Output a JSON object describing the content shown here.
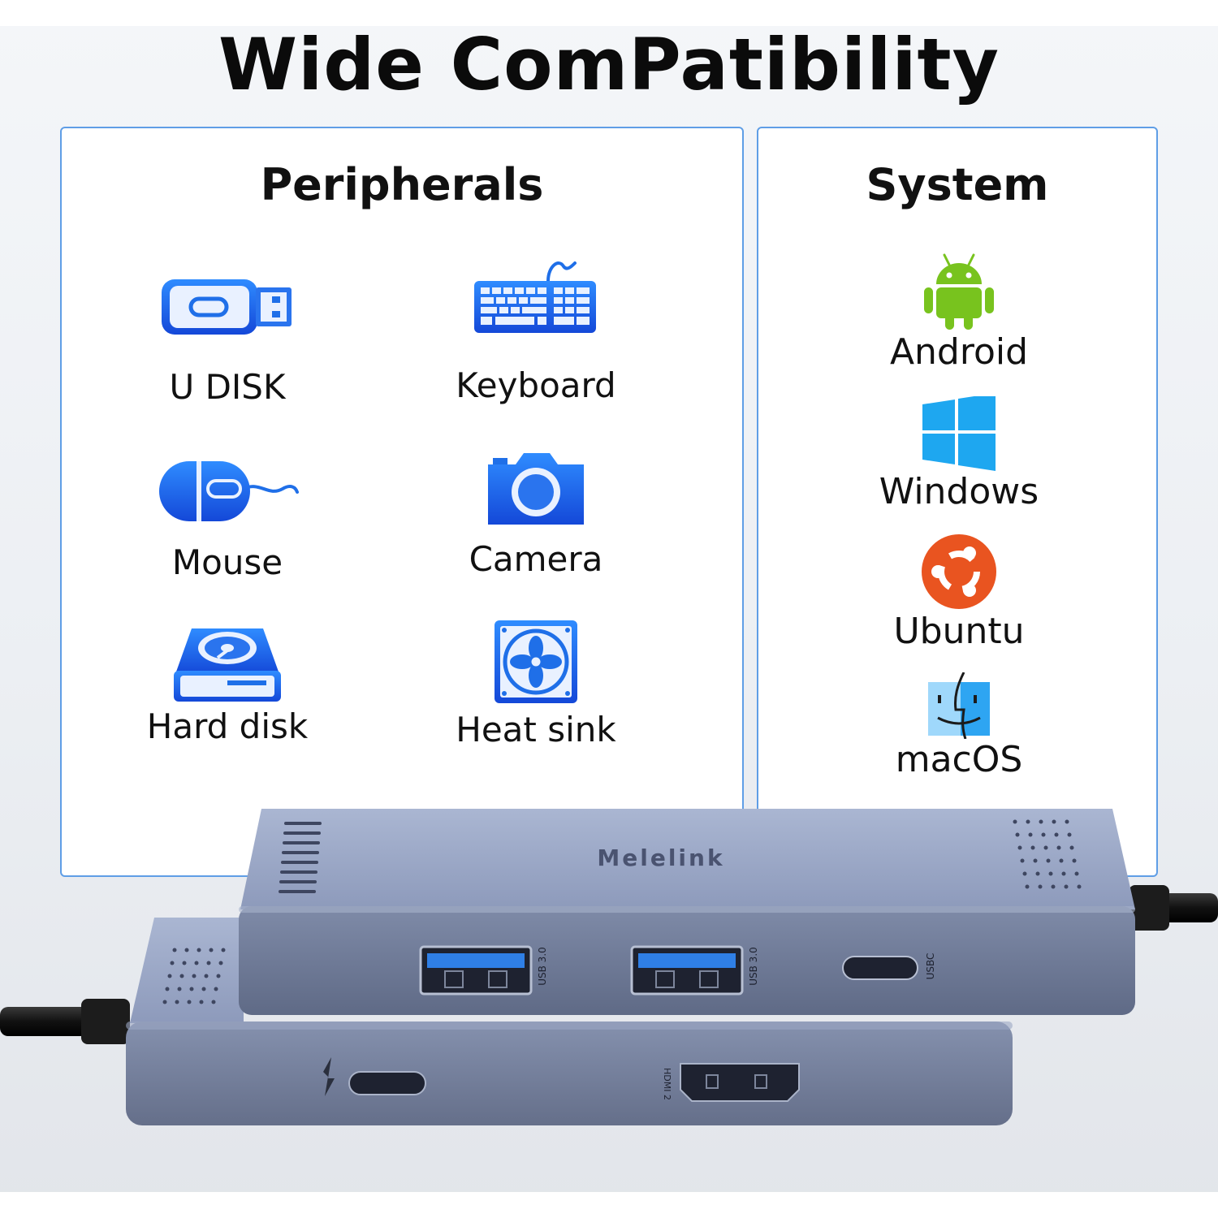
{
  "title": "Wide ComPatibility",
  "peripherals": {
    "heading": "Peripherals",
    "items": [
      {
        "label": "U DISK",
        "icon": "usb-drive-icon"
      },
      {
        "label": "Keyboard",
        "icon": "keyboard-icon"
      },
      {
        "label": "Mouse",
        "icon": "mouse-icon"
      },
      {
        "label": "Camera",
        "icon": "camera-icon"
      },
      {
        "label": "Hard disk",
        "icon": "hard-disk-icon"
      },
      {
        "label": "Heat sink",
        "icon": "fan-icon"
      }
    ]
  },
  "system": {
    "heading": "System",
    "items": [
      {
        "label": "Android",
        "icon": "android-icon"
      },
      {
        "label": "Windows",
        "icon": "windows-icon"
      },
      {
        "label": "Ubuntu",
        "icon": "ubuntu-icon"
      },
      {
        "label": "macOS",
        "icon": "macos-icon"
      }
    ]
  },
  "hub": {
    "brand": "Melelink",
    "ports": {
      "usb_a_1": "USB 3.0",
      "usb_a_2": "USB 3.0",
      "usb_c": "USBC",
      "hdmi": "HDMI 2"
    }
  },
  "colors": {
    "accent": "#1f6fe8",
    "panel_border": "#5f9ee6",
    "android": "#78c31e",
    "windows": "#1ea7f0",
    "ubuntu": "#e95420",
    "hub_body": "#8f9bb6"
  }
}
